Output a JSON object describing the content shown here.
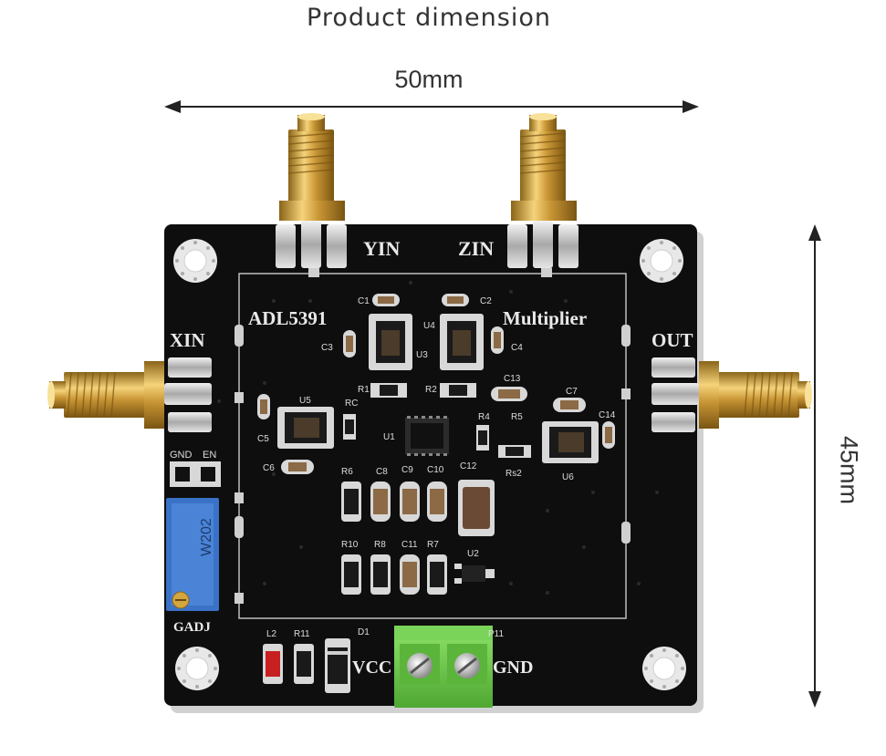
{
  "header": {
    "title": "Product dimension"
  },
  "dimensions": {
    "width_label": "50mm",
    "height_label": "45mm"
  },
  "board": {
    "chip_name": "ADL5391",
    "function_label": "Multiplier",
    "ports": {
      "x_input": "XIN",
      "y_input": "YIN",
      "z_input": "ZIN",
      "output": "OUT"
    },
    "header_labels": {
      "gnd": "GND",
      "enable": "EN"
    },
    "gain_adjust": "GADJ",
    "power": {
      "vcc": "VCC",
      "gnd": "GND",
      "connector": "P11"
    },
    "pot_marking": "W202",
    "component_labels": [
      "C1",
      "C2",
      "C3",
      "C4",
      "U4",
      "U3",
      "R1",
      "R2",
      "C13",
      "C7",
      "U5",
      "RC",
      "U1",
      "R4",
      "R5",
      "C14",
      "C5",
      "C6",
      "R6",
      "C8",
      "C9",
      "C10",
      "C12",
      "Rs2",
      "U6",
      "R10",
      "R8",
      "C11",
      "R7",
      "U2",
      "L2",
      "R11",
      "D1"
    ]
  },
  "colors": {
    "board": "#0e0e0e",
    "gold": "#d4a640",
    "terminal": "#6cc84b",
    "potentiometer": "#3a72c8"
  }
}
